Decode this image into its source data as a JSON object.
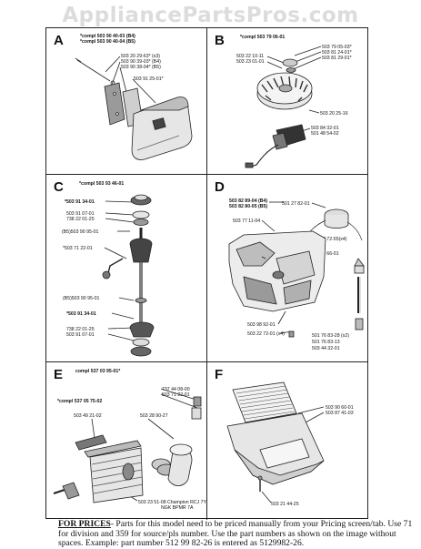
{
  "watermark": "AppliancePartsPros.com",
  "panels": {
    "a": {
      "letter": "A",
      "compl_1": "*compl 503 90 40-03 (B4)",
      "compl_2": "*compl 503 90 40-04 (B5)",
      "p1": "503 20 29-63* (x3)",
      "p2": "503 90 39-03* (B4)",
      "p3": "503 90 38-04* (B5)",
      "p4": "503 91 25-01*"
    },
    "b": {
      "letter": "B",
      "compl": "*compl 503 79 06-01",
      "p1": "503 79 05-03*",
      "p2": "503 81 24-01*",
      "p3": "503 81 29-01*",
      "p4": "503 22 10-11",
      "p5": "503 23 01-01",
      "p6": "503 20 25-16",
      "p7": "503 84 32-01",
      "p8": "501 48 54-02"
    },
    "c": {
      "letter": "C",
      "compl": "*compl 503 93 46-01",
      "p1": "*503 91 34-01",
      "p2": "503 91 07-01",
      "p3": "738 22 01-25",
      "p4": "(B5)503 90 95-01",
      "p5": "*503 71 22-01",
      "p6": "(B5)503 90 95-01",
      "p7": "*503 91 34-01",
      "p8": "738 22 01-25",
      "p9": "503 91 07-01"
    },
    "d": {
      "letter": "D",
      "p1": "503 82 89-04 (B4)",
      "p2": "503 82 80-05 (B5)",
      "p3": "501 27 82-01",
      "p4": "503 77 11-04",
      "p5": "725 53 72-55(x4)",
      "p6": "503 93 66-01",
      "p7": "503 98 92-01",
      "p8": "503 22 72-01 (x4)",
      "p9": "501 76 83-28 (x2)",
      "p10": "501 76 83-13",
      "p11": "503 44 32-01"
    },
    "e": {
      "letter": "E",
      "compl_1": "compl 537 03 95-01*",
      "compl_2": "*compl 537 05 75-02",
      "p1": "737 44 08-00",
      "p2": "503 71 22-01",
      "p3": "503 49 21-02",
      "p4": "503 28 90-27",
      "p5": "503 23 51-08 Champion RCJ 7Y",
      "p6": "NGK BPMR 7A"
    },
    "f": {
      "letter": "F",
      "p1": "503 90 60-01",
      "p2": "503 87 41-03",
      "p3": "503 21 44-25"
    }
  },
  "footer": {
    "title": "FOR PRICES",
    "text": "- Parts for this model need to be priced manually from your Pricing screen/tab. Use 71 for division and 359 for source/pls number. Use the part numbers as shown on the image without spaces. Example: part number 512 99 82-26 is entered as 5129982-26."
  }
}
